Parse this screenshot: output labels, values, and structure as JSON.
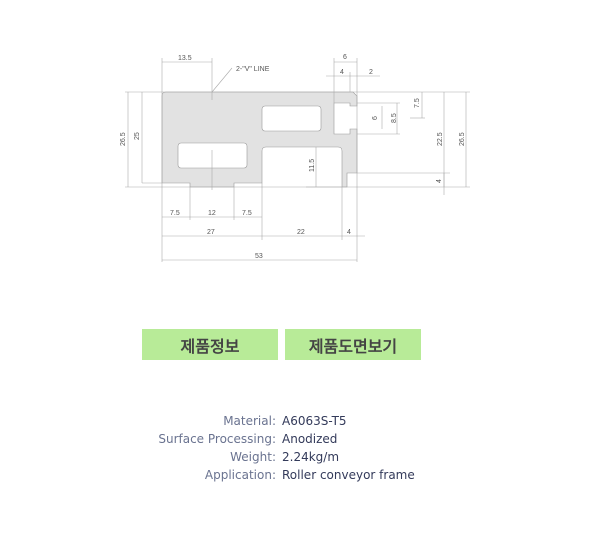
{
  "drawing": {
    "note": "2-\"V\" LINE",
    "dims": {
      "top_13_5": "13.5",
      "top_6": "6",
      "top_4": "4",
      "top_2": "2",
      "left_26_5": "26.5",
      "left_25": "25",
      "r_7_5": "7.5",
      "r_8_5": "8.5",
      "r_6": "6",
      "r_22_5": "22.5",
      "r_26_5": "26.5",
      "r_11_5": "11.5",
      "r_4": "4",
      "b_7_5a": "7.5",
      "b_12": "12",
      "b_7_5b": "7.5",
      "b_27": "27",
      "b_22": "22",
      "b_4": "4",
      "b_53": "53"
    }
  },
  "buttons": {
    "product_info": "제품정보",
    "view_drawing": "제품도면보기"
  },
  "specs": [
    {
      "label": "Material:",
      "value": "A6063S-T5"
    },
    {
      "label": "Surface Processing:",
      "value": "Anodized"
    },
    {
      "label": "Weight:",
      "value": "2.24kg/m"
    },
    {
      "label": "Application:",
      "value": "Roller conveyor frame"
    }
  ]
}
